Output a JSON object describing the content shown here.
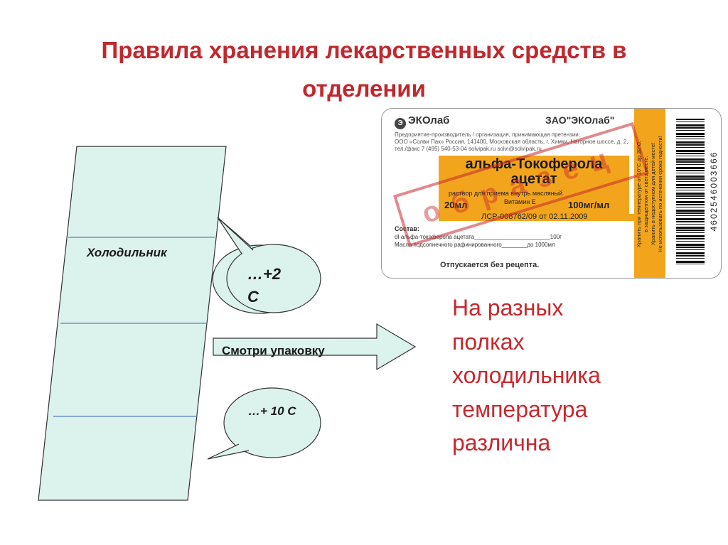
{
  "title": {
    "line1": "Правила хранения лекарственных средств в",
    "line2": "отделении"
  },
  "fridge": {
    "label": "Холодильник"
  },
  "bubble_top": {
    "text": "…+2 С"
  },
  "bubble_bottom": {
    "text": "…+ 10 С"
  },
  "arrow": {
    "text": "Смотри упаковку"
  },
  "note": {
    "lines": [
      "На разных",
      "полках",
      "холодильника",
      "температура",
      "различна"
    ]
  },
  "package_label": {
    "logo": "ЭКОлаб",
    "manufacturer": "ЗАО\"ЭКОлаб\"",
    "maker_info": [
      "Предприятие-производитель / организация, принимающая претензии:",
      "ООО «Солви Пак» Россия, 141400, Московская область, г. Химки, Нагорное шоссе, д. 2,",
      "тел./факс 7 (495) 540-53-04 solvipak.ru solvi@solvipak.ru"
    ],
    "drug_line1": "альфа-Токоферола",
    "drug_line2": "ацетат",
    "route": "раствор для приема внутрь масляный",
    "vitamin": "Витамин Е",
    "volume": "20мл",
    "dose": "100мг/мл",
    "registration": "ЛСР-008762/09 от 02.11.2009",
    "composition_heading": "Состав:",
    "composition_1": "dl-альфа-токоферола ацетата________________________100г",
    "composition_2": "Масла подсолнечного рафинированного________до 1000мл",
    "dispensing": "Отпускается без рецепта.",
    "stamp": "образец",
    "storage": [
      "Хранить при температуре от 10°С до 20°С,",
      "в защищенном от света месте.",
      "Хранить в недоступном для детей месте!",
      "Не использовать по истечении срока годности!"
    ],
    "barcode_number": "4602546003666"
  },
  "colors": {
    "title": "#c0282d",
    "note": "#c8282d",
    "shape_fill": "#dcf2ec",
    "label_orange": "#f2a51c"
  }
}
